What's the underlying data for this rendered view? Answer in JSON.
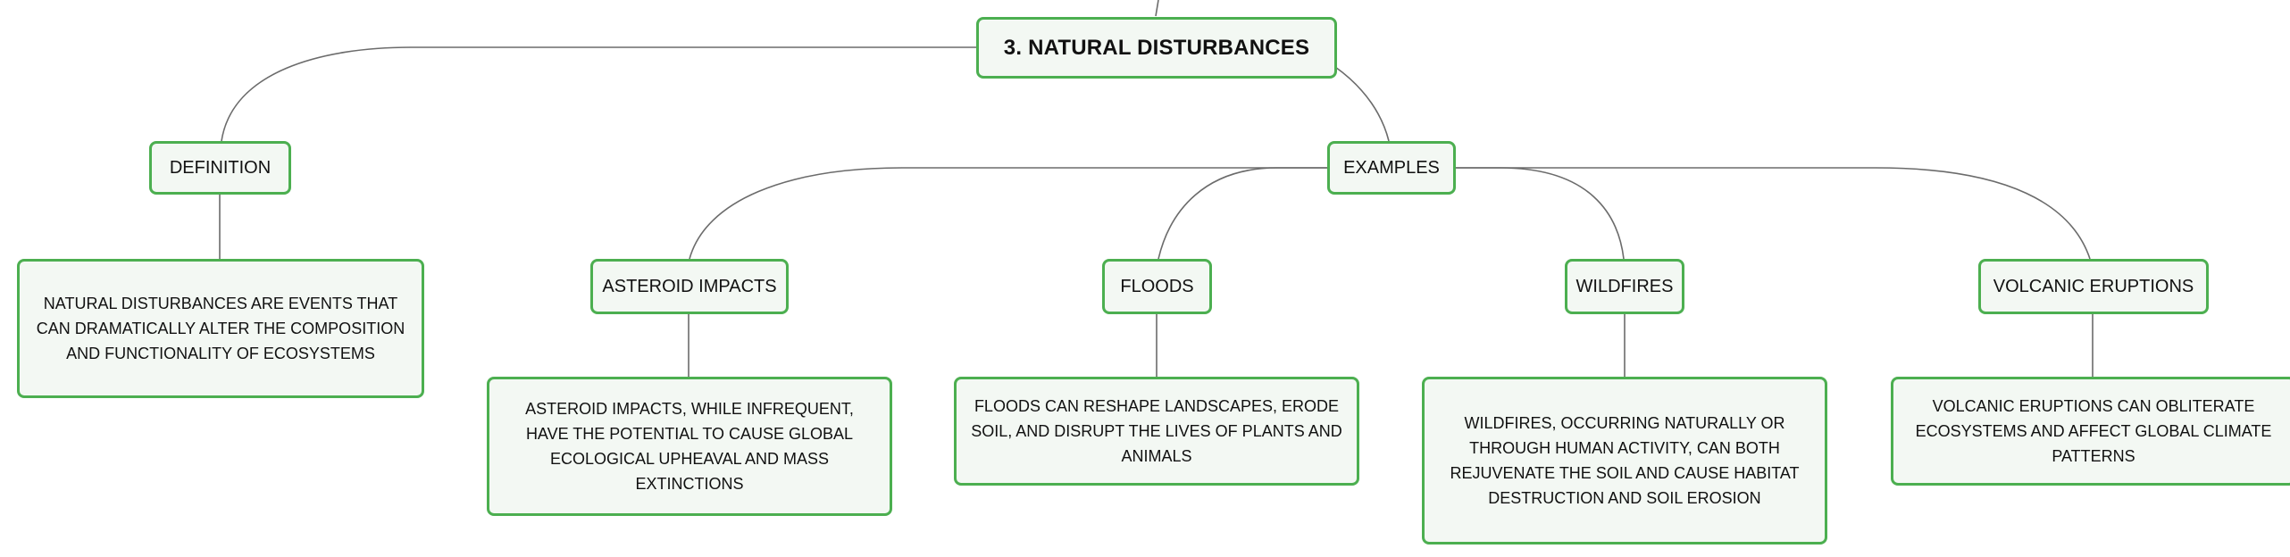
{
  "root": {
    "label": "3. NATURAL DISTURBANCES"
  },
  "definition": {
    "label": "DEFINITION",
    "text": "NATURAL DISTURBANCES ARE EVENTS THAT CAN DRAMATICALLY ALTER THE COMPOSITION AND FUNCTIONALITY OF ECOSYSTEMS"
  },
  "examples": {
    "label": "EXAMPLES",
    "items": [
      {
        "label": "ASTEROID IMPACTS",
        "text": "ASTEROID IMPACTS, WHILE INFREQUENT, HAVE THE POTENTIAL TO CAUSE GLOBAL ECOLOGICAL UPHEAVAL AND MASS EXTINCTIONS"
      },
      {
        "label": "FLOODS",
        "text": "FLOODS CAN RESHAPE LANDSCAPES, ERODE SOIL, AND DISRUPT THE LIVES OF PLANTS AND ANIMALS"
      },
      {
        "label": "WILDFIRES",
        "text": "WILDFIRES, OCCURRING NATURALLY OR THROUGH HUMAN ACTIVITY, CAN BOTH REJUVENATE THE SOIL AND CAUSE HABITAT DESTRUCTION AND SOIL EROSION"
      },
      {
        "label": "VOLCANIC ERUPTIONS",
        "text": "VOLCANIC ERUPTIONS CAN OBLITERATE ECOSYSTEMS AND AFFECT GLOBAL CLIMATE PATTERNS"
      }
    ]
  },
  "colors": {
    "node_border": "#4caf50",
    "node_fill": "#f3f8f3",
    "connector": "#6b6b6b"
  }
}
